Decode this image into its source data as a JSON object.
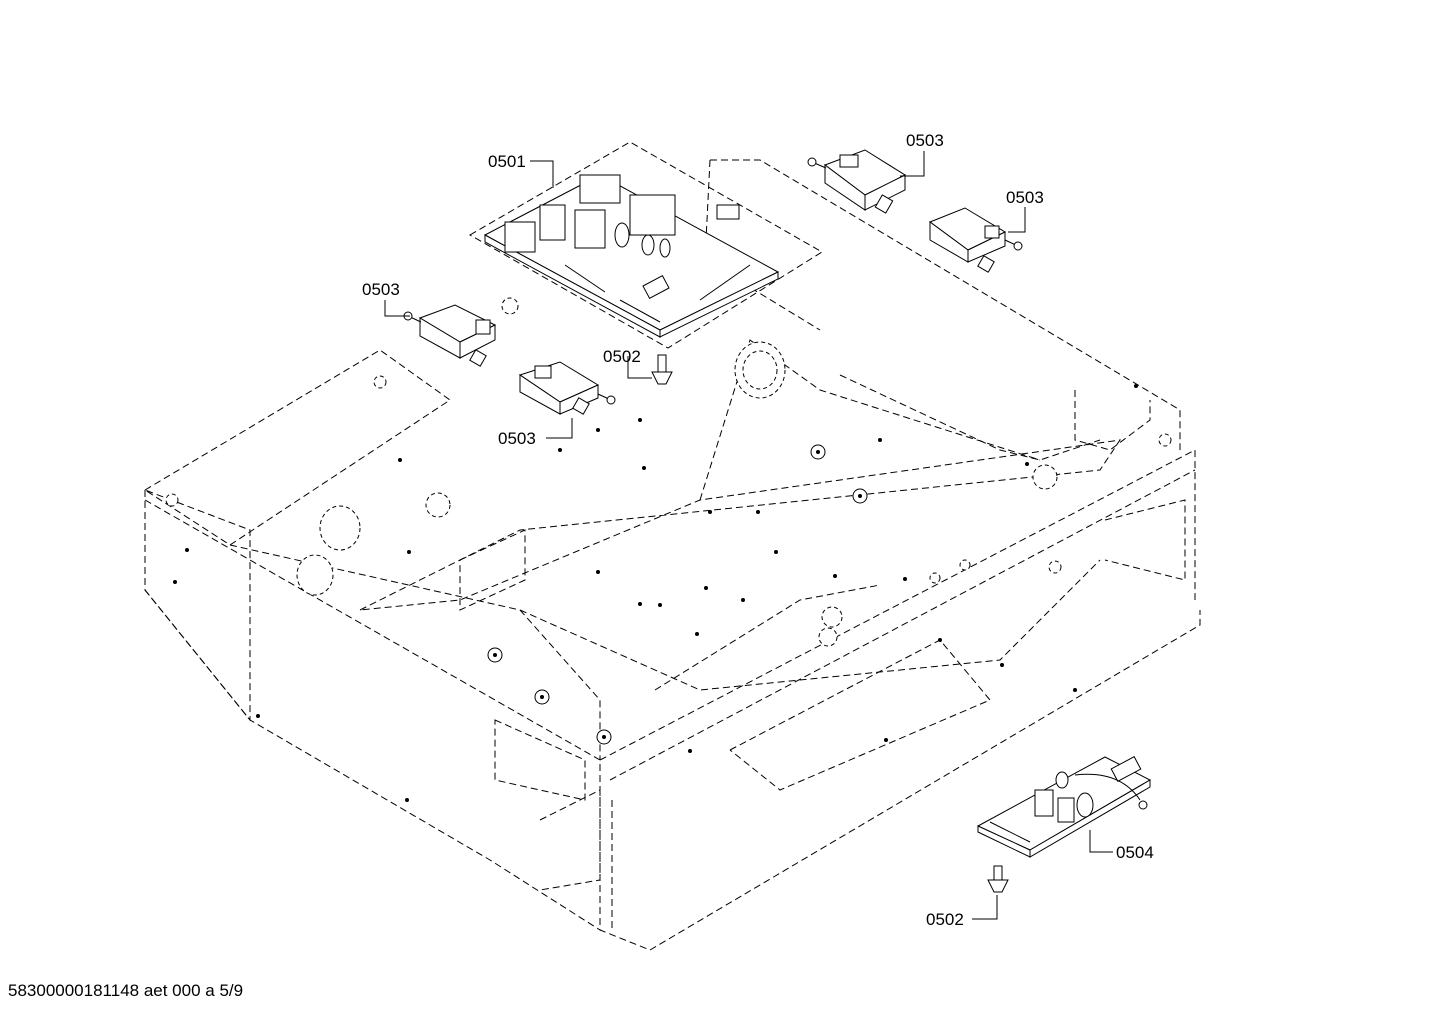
{
  "callouts": [
    {
      "id": "c1",
      "text": "0501"
    },
    {
      "id": "c2",
      "text": "0503"
    },
    {
      "id": "c3",
      "text": "0503"
    },
    {
      "id": "c4",
      "text": "0503"
    },
    {
      "id": "c5",
      "text": "0502"
    },
    {
      "id": "c6",
      "text": "0503"
    },
    {
      "id": "c7",
      "text": "0504"
    },
    {
      "id": "c8",
      "text": "0502"
    }
  ],
  "footer": {
    "text": "58300000181148 aet 000 a 5/9"
  }
}
